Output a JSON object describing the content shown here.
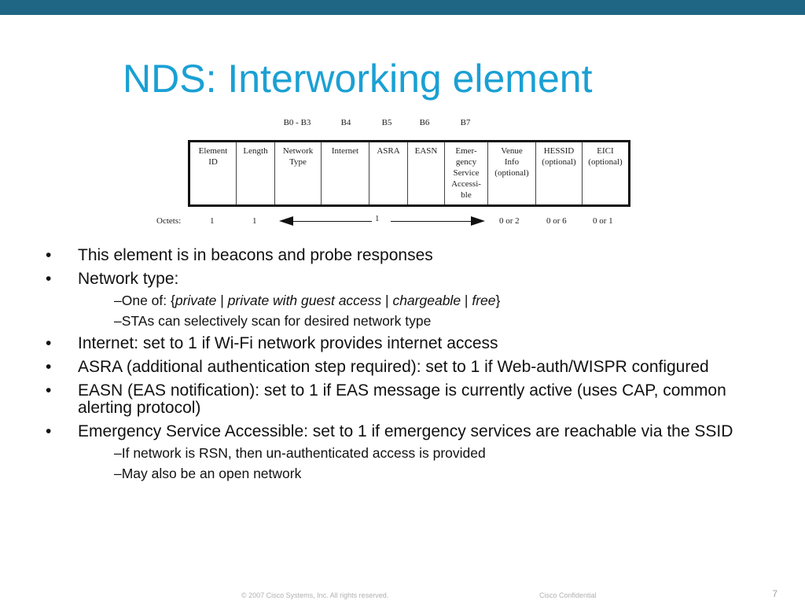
{
  "title": "NDS: Interworking element",
  "diagram": {
    "bit_labels": [
      "B0 - B3",
      "B4",
      "B5",
      "B6",
      "B7"
    ],
    "fields": [
      "Element\nID",
      "Length",
      "Network\nType",
      "Internet",
      "ASRA",
      "EASN",
      "Emer-\ngency\nService\nAccessi-\nble",
      "Venue\nInfo\n(optional)",
      "HESSID\n(optional)",
      "EICI\n(optional)"
    ],
    "octets_label": "Octets:",
    "octet_values": [
      "1",
      "1",
      "1",
      "0 or 2",
      "0 or 6",
      "0 or 1"
    ]
  },
  "bullets": [
    {
      "text": "This element is in beacons and probe responses"
    },
    {
      "text": "Network type:"
    },
    {
      "sub1_prefix": "–One of: {",
      "sub1_i1": "private",
      "sep1": " | ",
      "sub1_i2": "private with guest access",
      "sep2": " | ",
      "sub1_i3": "chargeable",
      "sep3": " | ",
      "sub1_i4": "free",
      "sub1_suffix": "}"
    },
    {
      "text": "–STAs can selectively scan for desired network type"
    },
    {
      "text": "Internet: set to 1 if Wi-Fi network provides internet access"
    },
    {
      "text": "ASRA (additional authentication step required): set to 1 if Web-auth/WISPR configured"
    },
    {
      "text": "EASN (EAS notification): set to 1 if EAS message is currently active (uses CAP, common alerting protocol)"
    },
    {
      "text": "Emergency Service Accessible: set to 1 if emergency services are reachable via the SSID"
    },
    {
      "text": "–If network is RSN, then un-authenticated access is provided"
    },
    {
      "text": "–May also be an open network"
    }
  ],
  "footer": {
    "copyright": "© 2007 Cisco Systems, Inc. All rights reserved.",
    "confidential": "Cisco Confidential",
    "page": "7"
  }
}
